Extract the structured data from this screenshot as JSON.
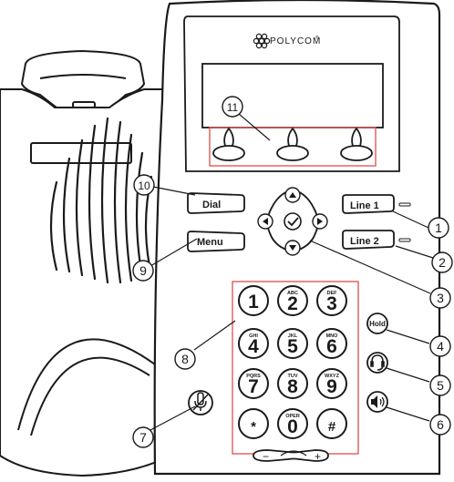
{
  "brand": {
    "name": "POLYCOM",
    "reg": "®"
  },
  "buttons": {
    "dial": "Dial",
    "menu": "Menu",
    "line1": "Line 1",
    "line2": "Line 2",
    "hold": "Hold"
  },
  "keypad": [
    {
      "digit": "1",
      "letters": ""
    },
    {
      "digit": "2",
      "letters": "ABC"
    },
    {
      "digit": "3",
      "letters": "DEF"
    },
    {
      "digit": "4",
      "letters": "GHI"
    },
    {
      "digit": "5",
      "letters": "JKL"
    },
    {
      "digit": "6",
      "letters": "MNO"
    },
    {
      "digit": "7",
      "letters": "PQRS"
    },
    {
      "digit": "8",
      "letters": "TUV"
    },
    {
      "digit": "9",
      "letters": "WXYZ"
    },
    {
      "digit": "*",
      "letters": ""
    },
    {
      "digit": "0",
      "letters": "OPER"
    },
    {
      "digit": "#",
      "letters": ""
    }
  ],
  "volume": {
    "minus": "−",
    "plus": "+"
  },
  "callouts": [
    "1",
    "2",
    "3",
    "4",
    "5",
    "6",
    "7",
    "8",
    "9",
    "10",
    "11"
  ],
  "colors": {
    "stroke": "#1a1a1a",
    "highlight": "#e05a5a",
    "fill": "#ffffff"
  }
}
